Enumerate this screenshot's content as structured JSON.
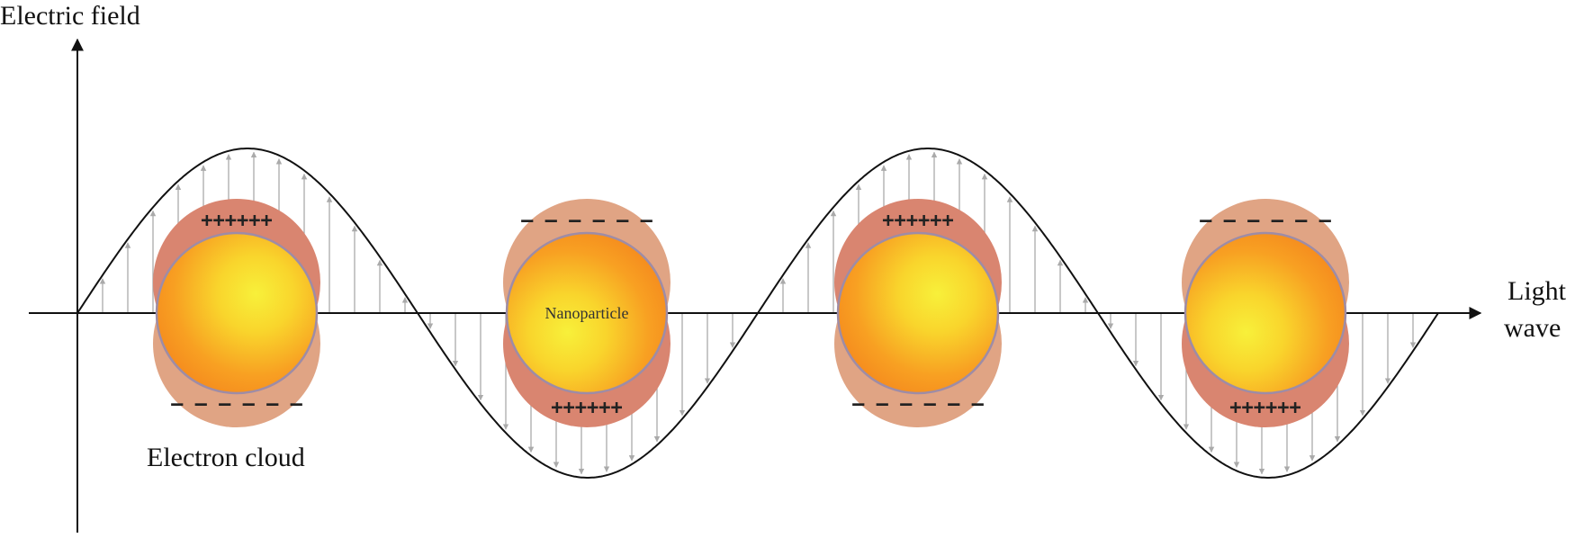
{
  "labels": {
    "y_axis": "Electric field",
    "x_axis_line1": "Light",
    "x_axis_line2": "wave",
    "electron_cloud": "Electron cloud",
    "nanoparticle": "Nanoparticle"
  },
  "particles": [
    {
      "top_charge": "++++++",
      "bottom_charge": "– – – – – –",
      "cloud_shift": "up"
    },
    {
      "top_charge": "– – – – – –",
      "bottom_charge": "++++++",
      "cloud_shift": "down"
    },
    {
      "top_charge": "++++++",
      "bottom_charge": "– – – – – –",
      "cloud_shift": "up"
    },
    {
      "top_charge": "– – – – – –",
      "bottom_charge": "++++++",
      "cloud_shift": "down"
    }
  ],
  "colors": {
    "positive_cloud": "#d98570",
    "negative_cloud": "#e0a484",
    "particle_core": "#f7ee3a",
    "particle_edge": "#f6901e",
    "wave": "#111111",
    "field_arrow": "#aaaaaa"
  }
}
